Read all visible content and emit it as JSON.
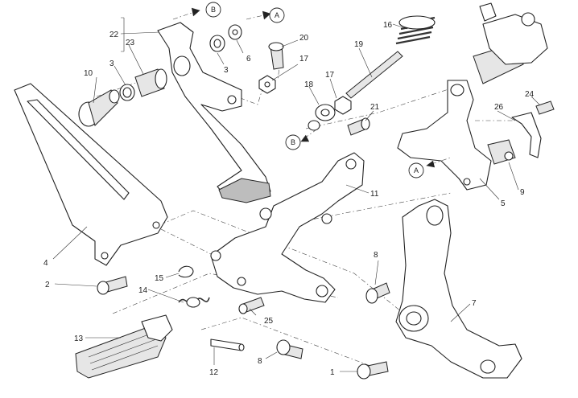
{
  "refs": {
    "A": "A",
    "B": "B"
  },
  "callouts": {
    "c1": "1",
    "c2": "2",
    "c3a": "3",
    "c3b": "3",
    "c4": "4",
    "c5": "5",
    "c6": "6",
    "c7": "7",
    "c8a": "8",
    "c8b": "8",
    "c9": "9",
    "c10": "10",
    "c11": "11",
    "c12": "12",
    "c13": "13",
    "c14": "14",
    "c15": "15",
    "c16": "16",
    "c17a": "17",
    "c17b": "17",
    "c18": "18",
    "c19": "19",
    "c20": "20",
    "c21": "21",
    "c22": "22",
    "c23": "23",
    "c24": "24",
    "c25": "25",
    "c26": "26"
  }
}
